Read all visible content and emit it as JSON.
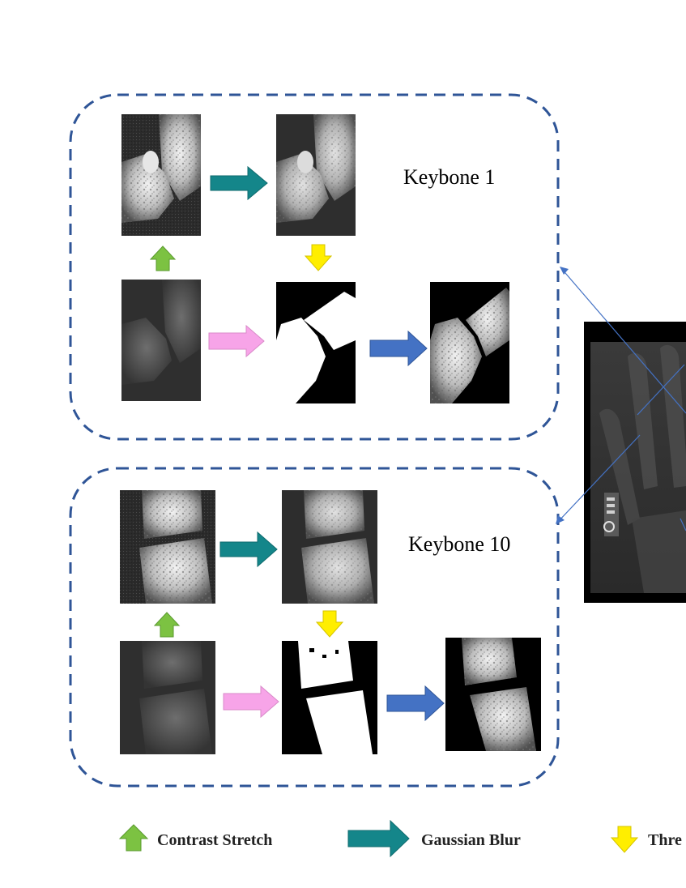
{
  "panels": [
    {
      "title": "Keybone 1"
    },
    {
      "title": "Keybone 10"
    }
  ],
  "legend": [
    {
      "label": "Contrast Stretch",
      "icon": "up-arrow-icon",
      "color": "#7cc242"
    },
    {
      "label": "Gaussian Blur",
      "icon": "right-arrow-icon",
      "color": "#14868a"
    },
    {
      "label": "Thre",
      "icon": "down-arrow-icon",
      "color": "#ffee00"
    }
  ],
  "colors": {
    "contrast_stretch": "#7cc242",
    "gaussian_blur": "#14868a",
    "threshold": "#ffee00",
    "pink_step": "#f7a4e8",
    "blue_step": "#4472c4",
    "panel_border": "#2f5597",
    "connector": "#4472c4"
  }
}
